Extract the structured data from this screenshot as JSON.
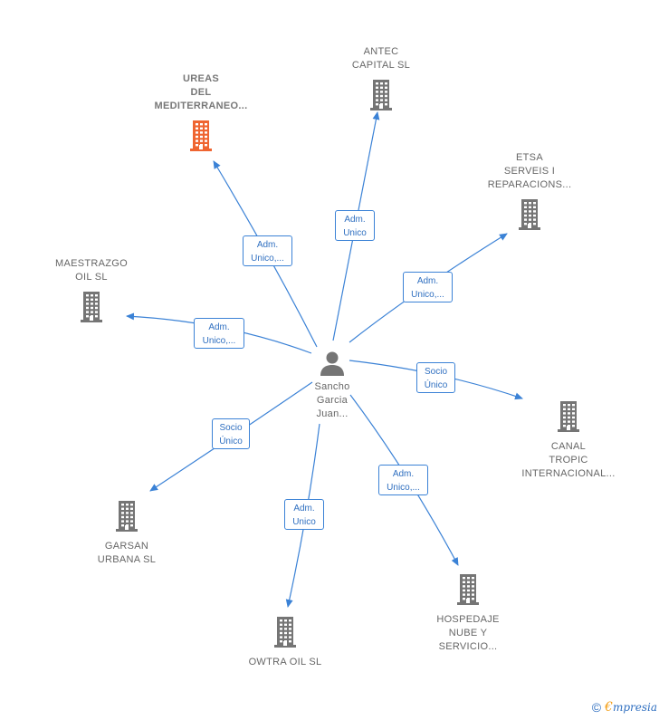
{
  "colors": {
    "edge": "#3b82d6",
    "company_icon": "#757575",
    "company_icon_highlight": "#ef6531",
    "person_icon": "#757575"
  },
  "person": {
    "name": "Sancho\nGarcia\nJuan...",
    "icon": "person-icon"
  },
  "companies": [
    {
      "id": "ureas",
      "name": "UREAS\nDEL\nMEDITERRANEO...",
      "highlight": true,
      "icon": "building-icon"
    },
    {
      "id": "antec",
      "name": "ANTEC\nCAPITAL  SL",
      "highlight": false,
      "icon": "building-icon"
    },
    {
      "id": "etsa",
      "name": "ETSA\nSERVEIS I\nREPARACIONS...",
      "highlight": false,
      "icon": "building-icon"
    },
    {
      "id": "maestrazgo",
      "name": "MAESTRAZGO\nOIL  SL",
      "highlight": false,
      "icon": "building-icon"
    },
    {
      "id": "canal",
      "name": "CANAL\nTROPIC\nINTERNACIONAL...",
      "highlight": false,
      "icon": "building-icon"
    },
    {
      "id": "garsan",
      "name": "GARSAN\nURBANA  SL",
      "highlight": false,
      "icon": "building-icon"
    },
    {
      "id": "owtra",
      "name": "OWTRA OIL  SL",
      "highlight": false,
      "icon": "building-icon"
    },
    {
      "id": "hospedaje",
      "name": "HOSPEDAJE\nNUBE Y\nSERVICIO...",
      "highlight": false,
      "icon": "building-icon"
    }
  ],
  "relations": [
    {
      "target": "ureas",
      "label": "Adm.\nUnico,..."
    },
    {
      "target": "antec",
      "label": "Adm.\nUnico"
    },
    {
      "target": "etsa",
      "label": "Adm.\nUnico,..."
    },
    {
      "target": "maestrazgo",
      "label": "Adm.\nUnico,..."
    },
    {
      "target": "canal",
      "label": "Socio\nÚnico"
    },
    {
      "target": "garsan",
      "label": "Socio\nÚnico"
    },
    {
      "target": "owtra",
      "label": "Adm.\nUnico"
    },
    {
      "target": "hospedaje",
      "label": "Adm.\nUnico,..."
    }
  ],
  "footer": {
    "copyright_symbol": "©",
    "brand_initial": "€",
    "brand_rest": "mpresia"
  }
}
